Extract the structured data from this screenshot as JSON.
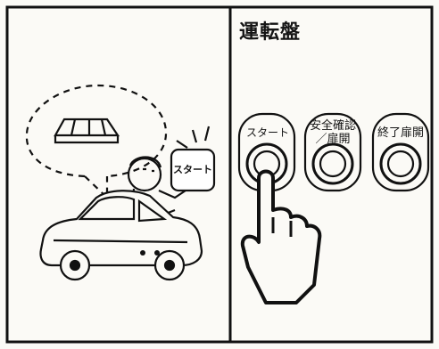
{
  "panel": {
    "title": "運転盤",
    "buttons": [
      {
        "label": "スタート"
      },
      {
        "label_line1": "安全確認",
        "label_line2": "／扉開"
      },
      {
        "label": "終了扉開"
      }
    ]
  },
  "illustration": {
    "sign_text": "スタート"
  }
}
